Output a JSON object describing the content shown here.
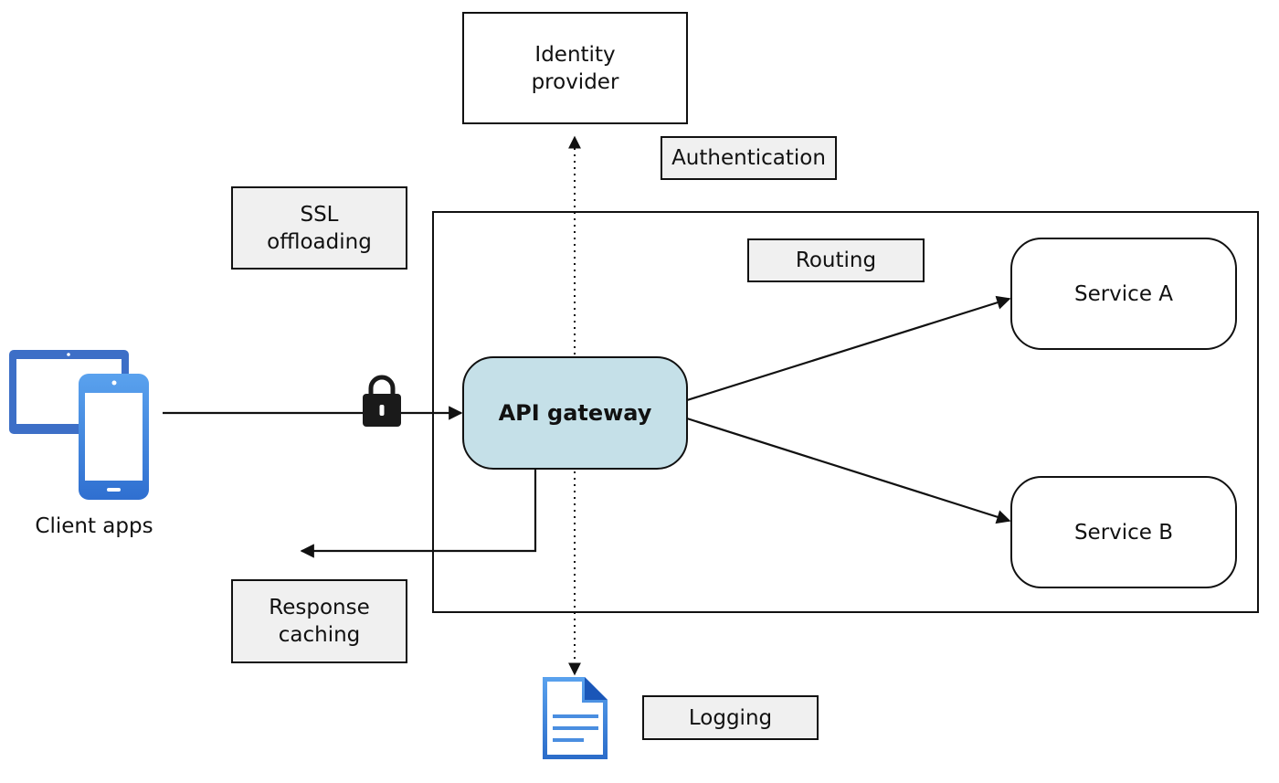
{
  "nodes": {
    "identity_provider": "Identity\nprovider",
    "authentication": "Authentication",
    "ssl_offloading": "SSL\noffloading",
    "routing": "Routing",
    "service_a": "Service A",
    "service_b": "Service B",
    "api_gateway": "API gateway",
    "client_apps": "Client apps",
    "response_caching": "Response\ncaching",
    "logging": "Logging"
  },
  "icons": {
    "client": "tablet-phone-icon",
    "lock": "lock-icon",
    "log": "document-icon"
  },
  "colors": {
    "gateway_fill": "#c5e0e8",
    "tag_fill": "#f0f0f0",
    "device_blue": "#3b7dd8",
    "line": "#111111"
  }
}
